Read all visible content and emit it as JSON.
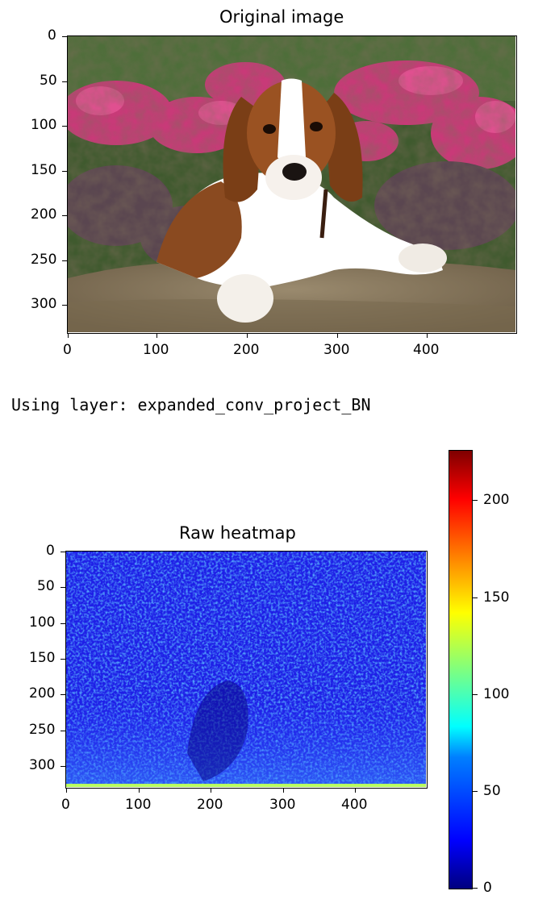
{
  "original_plot": {
    "title": "Original image",
    "x_ticks": [
      "0",
      "100",
      "200",
      "300",
      "400"
    ],
    "y_ticks": [
      "0",
      "50",
      "100",
      "150",
      "200",
      "250",
      "300"
    ]
  },
  "log": {
    "text": "Using layer: expanded_conv_project_BN"
  },
  "heatmap_plot": {
    "title": "Raw heatmap",
    "x_ticks": [
      "0",
      "100",
      "200",
      "300",
      "400"
    ],
    "y_ticks": [
      "0",
      "50",
      "100",
      "150",
      "200",
      "250",
      "300"
    ]
  },
  "colorbar": {
    "ticks": [
      "0",
      "50",
      "100",
      "150",
      "200"
    ],
    "colormap": "jet",
    "range": [
      0,
      225
    ]
  },
  "colors": {
    "jet_low": "#00007f",
    "jet_mid": "#7fff7f",
    "jet_high": "#7f0000"
  }
}
